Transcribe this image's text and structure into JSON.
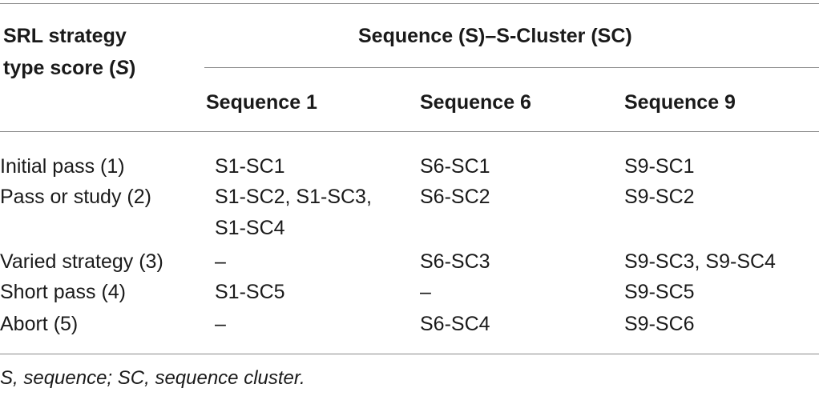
{
  "table": {
    "header": {
      "row_label_line1": "SRL strategy",
      "row_label_line2_pre": "type score (",
      "row_label_line2_italic": "S",
      "row_label_line2_post": ")",
      "group_label": "Sequence (S)–S-Cluster (SC)",
      "columns": [
        "Sequence 1",
        "Sequence 6",
        "Sequence 9"
      ]
    },
    "rows": [
      {
        "label": "Initial pass (1)",
        "c1": "S1-SC1",
        "c1b": "",
        "c2": "S6-SC1",
        "c3": "S9-SC1"
      },
      {
        "label": "Pass or study (2)",
        "c1": "S1-SC2, S1-SC3,",
        "c1b": "S1-SC4",
        "c2": "S6-SC2",
        "c3": "S9-SC2"
      },
      {
        "label": "Varied strategy (3)",
        "c1": "–",
        "c1b": "",
        "c2": "S6-SC3",
        "c3": "S9-SC3, S9-SC4"
      },
      {
        "label": "Short pass (4)",
        "c1": "S1-SC5",
        "c1b": "",
        "c2": "–",
        "c3": "S9-SC5"
      },
      {
        "label": "Abort (5)",
        "c1": "–",
        "c1b": "",
        "c2": "S6-SC4",
        "c3": "S9-SC6"
      }
    ]
  },
  "footnote": "S, sequence; SC, sequence cluster."
}
